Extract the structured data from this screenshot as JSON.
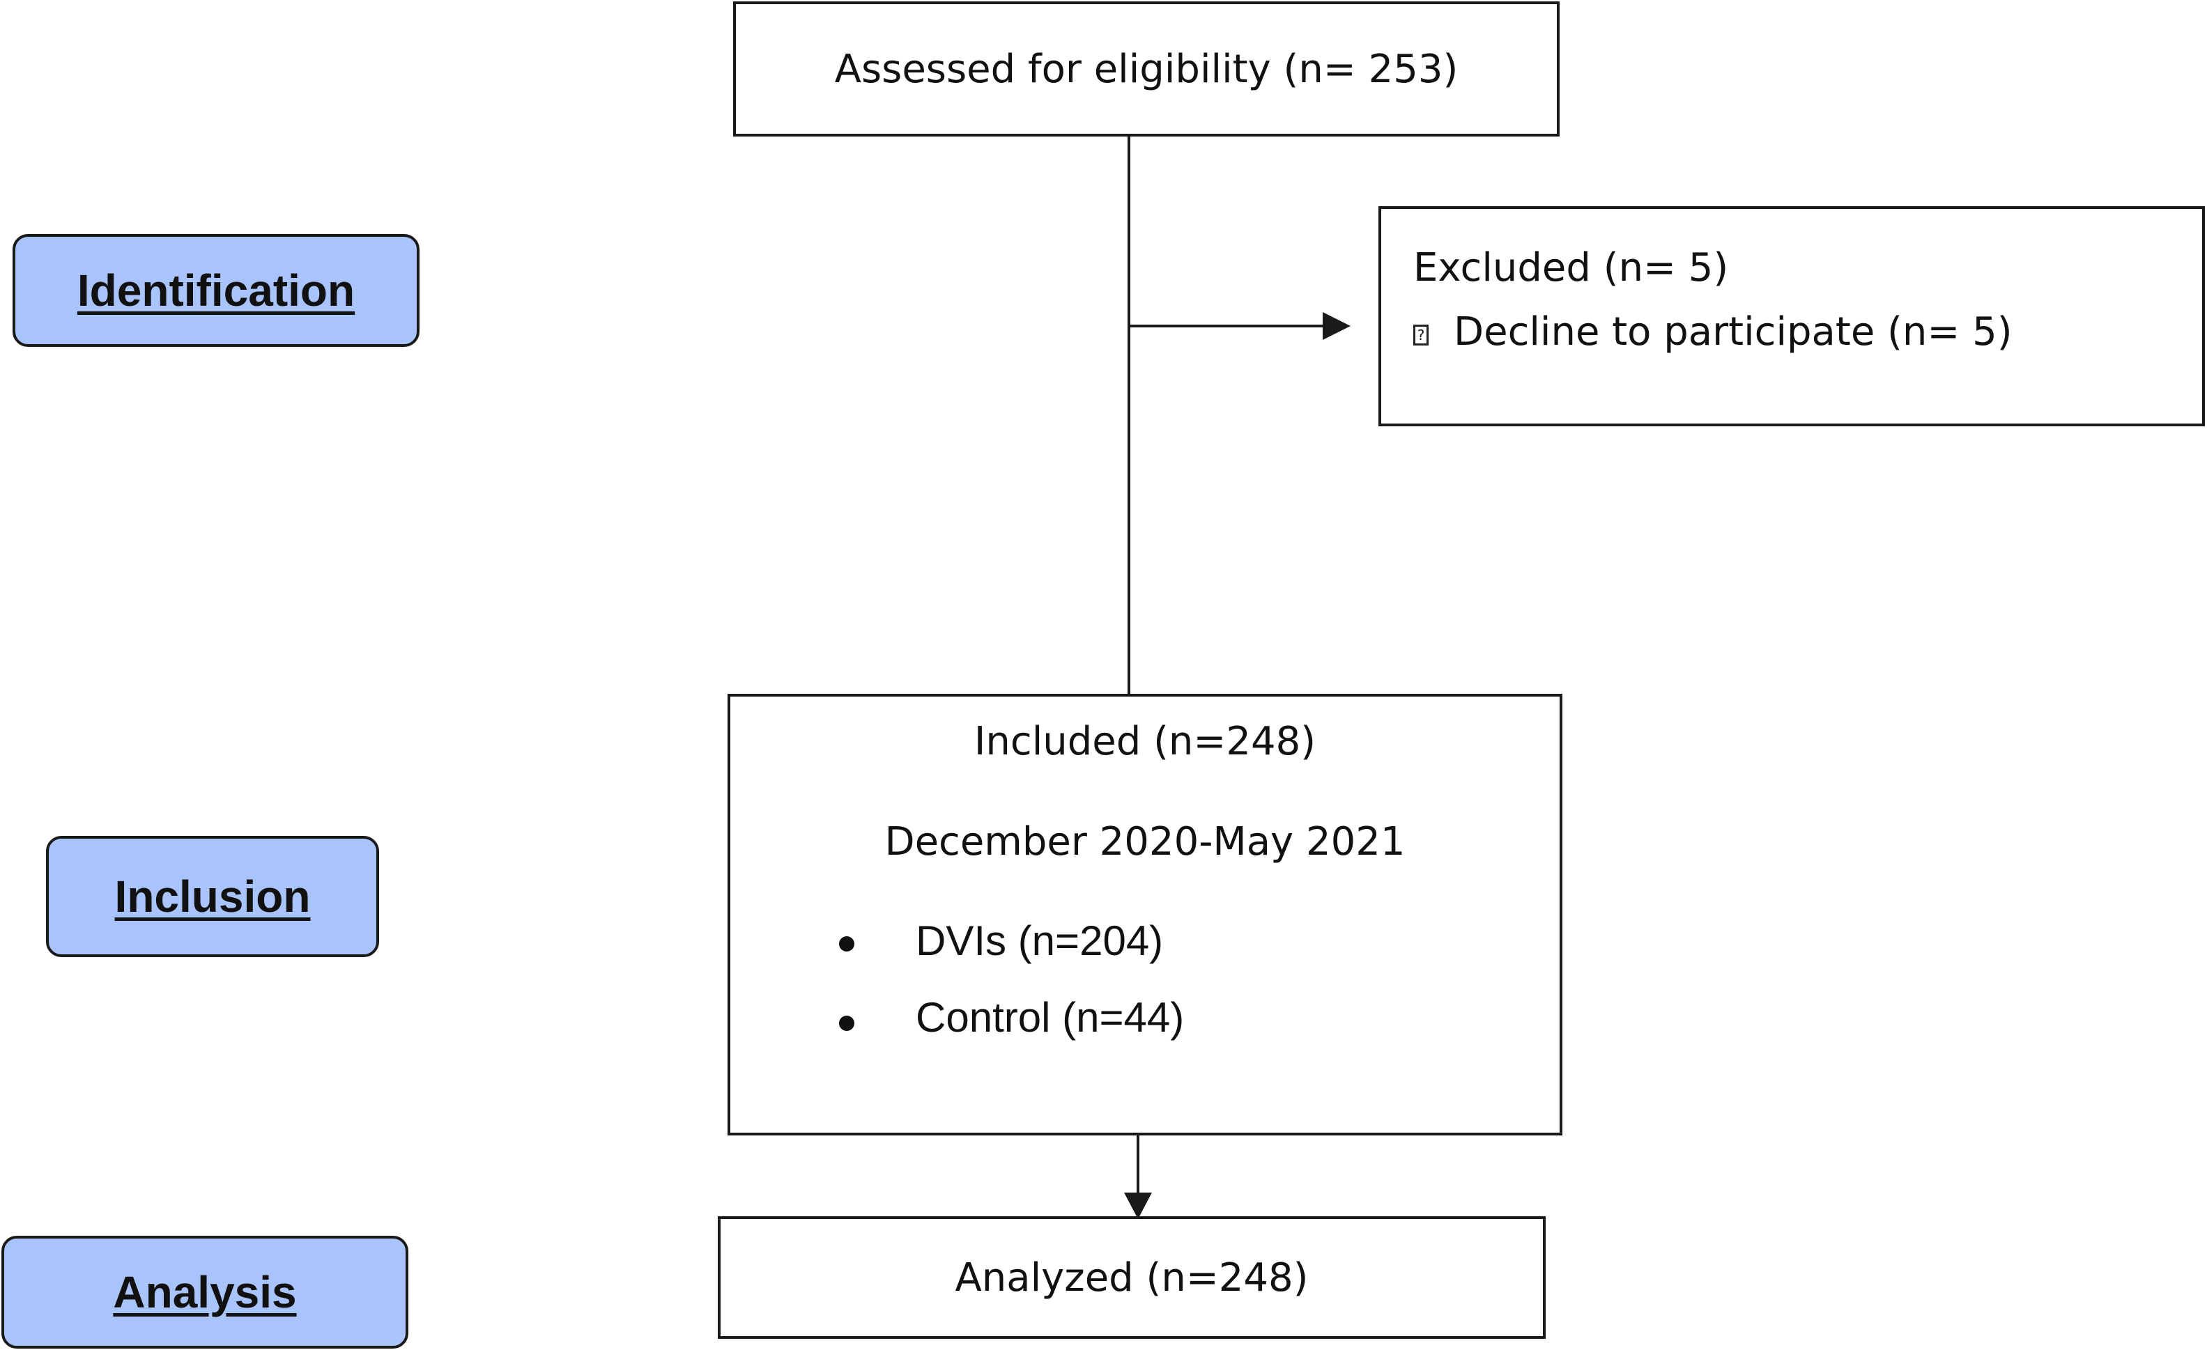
{
  "stages": {
    "identification": "Identification",
    "inclusion": "Inclusion",
    "analysis": "Analysis"
  },
  "assessed": {
    "label": "Assessed for eligibility (n= 253)"
  },
  "excluded": {
    "title": "Excluded (n= 5)",
    "bullet_icon": "missing-glyph-box",
    "item": "Decline to participate (n= 5)"
  },
  "included": {
    "title": "Included (n=248)",
    "period": "December 2020-May 2021",
    "items": [
      "DVIs (n=204)",
      "Control (n=44)"
    ]
  },
  "analyzed": {
    "label": "Analyzed (n=248)"
  },
  "colors": {
    "stage_fill": "#a9c4fb",
    "border": "#1a1a1a"
  }
}
